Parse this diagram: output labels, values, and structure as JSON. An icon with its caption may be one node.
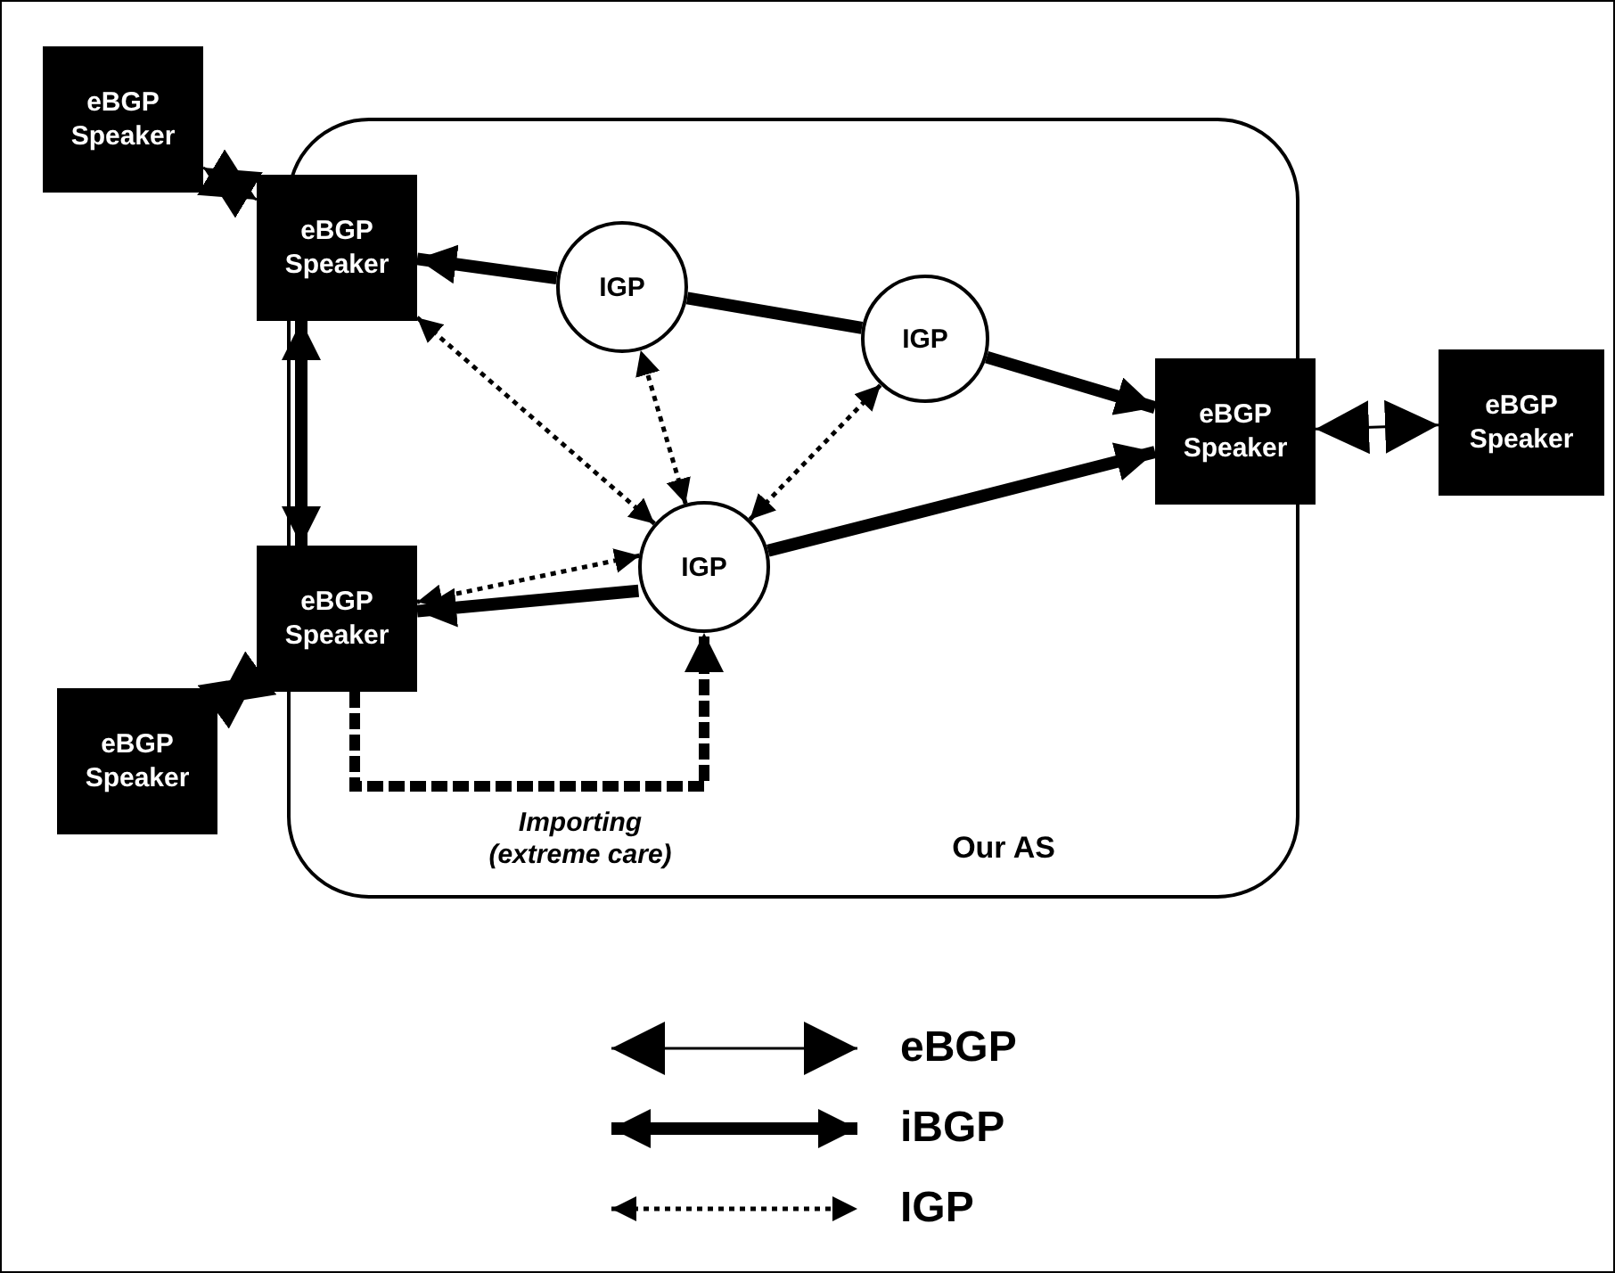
{
  "diagram": {
    "nodes": [
      {
        "text": [
          "Our AS"
        ]
      },
      {
        "text": [
          "eBGP Speaker"
        ]
      },
      {
        "text": [
          "eBGP Speaker"
        ]
      },
      {
        "text": [
          "IGP"
        ],
        "in": 0
      },
      {
        "text": [
          "IGP"
        ],
        "in": 0
      },
      {
        "text": [
          "eBGP Speaker"
        ]
      },
      {
        "text": [
          "eBGP Speaker"
        ]
      },
      {
        "text": [
          "eBGP Speaker"
        ]
      },
      {
        "text": [
          "IGP"
        ],
        "in": 0
      },
      {
        "text": [
          "eBGP Speaker"
        ]
      }
    ],
    "edges": [
      {
        "from": 1,
        "to": 2,
        "arrow": "both"
      },
      {
        "from": 3,
        "to": 2,
        "arrow": "to",
        "style": "thick"
      },
      {
        "from": 3,
        "to": 4,
        "arrow": "none",
        "style": "thick"
      },
      {
        "from": 4,
        "to": 5,
        "arrow": "to",
        "style": "thick"
      },
      {
        "from": 5,
        "to": 6,
        "arrow": "both"
      },
      {
        "from": 2,
        "to": 7,
        "arrow": "both",
        "style": "thick"
      },
      {
        "from": 8,
        "to": 2,
        "arrow": "both",
        "style": "dashed"
      },
      {
        "from": 8,
        "to": 3,
        "arrow": "both",
        "style": "dashed"
      },
      {
        "from": 8,
        "to": 4,
        "arrow": "both",
        "style": "dashed"
      },
      {
        "from": 8,
        "to": 7,
        "arrow": "both",
        "style": "dashed"
      },
      {
        "from": 8,
        "to": 7,
        "arrow": "to",
        "style": "thick"
      },
      {
        "from": 8,
        "to": 5,
        "arrow": "to",
        "style": "thick"
      },
      {
        "from": 9,
        "to": 7,
        "arrow": "both"
      },
      {
        "from": 7,
        "to": 8,
        "arrow": "to",
        "style": "dashed",
        "label": "Importing (extreme care)"
      }
    ],
    "legend": [
      {
        "text": "eBGP"
      },
      {
        "text": "iBGP"
      },
      {
        "text": "IGP"
      }
    ]
  }
}
